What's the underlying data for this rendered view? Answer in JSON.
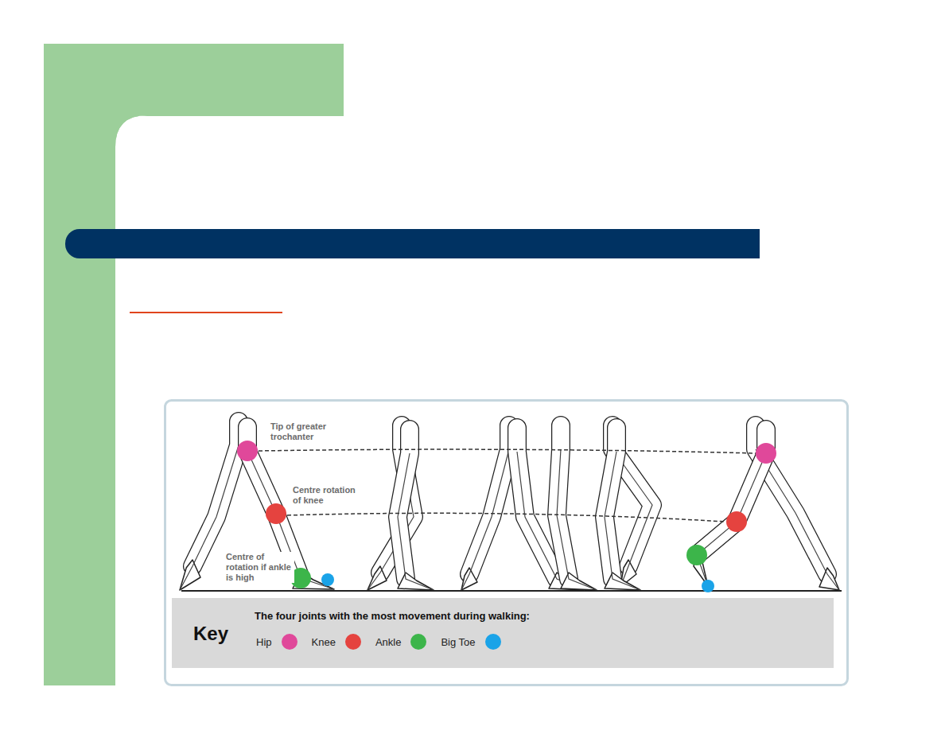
{
  "diagram": {
    "labels": [
      "Tip of greater trochanter",
      "Centre rotation of knee",
      "Centre of rotation if ankle is high",
      "Key",
      "The four joints with the most movement during walking:"
    ],
    "legend": [
      {
        "text": "Hip",
        "color": "#e0489a"
      },
      {
        "text": "Knee",
        "color": "#e5433f"
      },
      {
        "text": "Ankle",
        "color": "#3cb54a"
      },
      {
        "text": "Big Toe",
        "color": "#1aa3e8"
      }
    ]
  }
}
